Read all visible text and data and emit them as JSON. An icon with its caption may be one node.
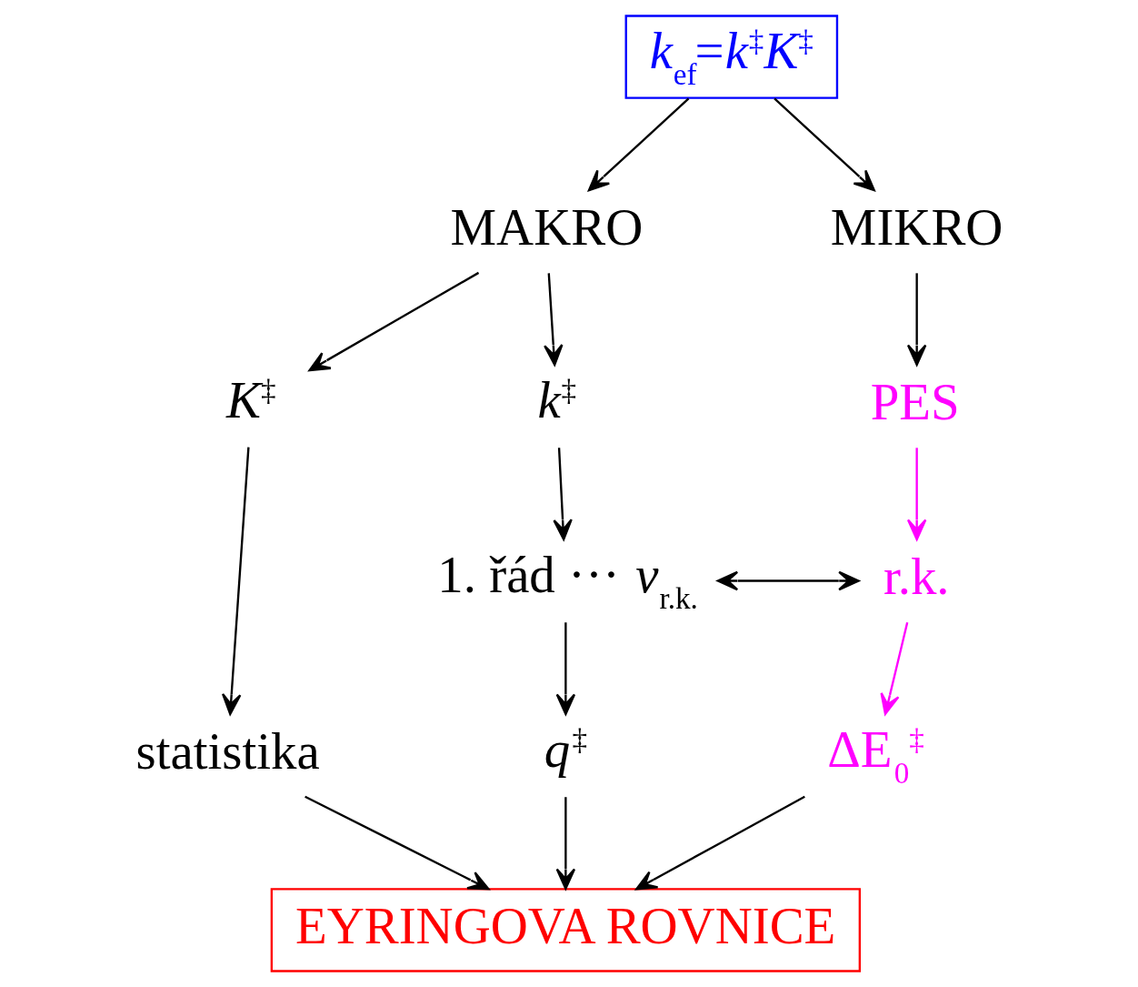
{
  "diagram": {
    "nodes": [
      {
        "text": [
          "*k*$_{ef}$=*k*$^{‡}$*K*$^{‡}$"
        ]
      },
      {
        "text": [
          "MAKRO"
        ]
      },
      {
        "text": [
          "MIKRO"
        ]
      },
      {
        "text": [
          "*K*$^{‡}$"
        ]
      },
      {
        "text": [
          "*k*$^{‡}$"
        ]
      },
      {
        "text": [
          "PES"
        ]
      },
      {
        "text": [
          "1. řád ··· *ν*$_{r.k.}$"
        ]
      },
      {
        "text": [
          "r.k."
        ]
      },
      {
        "text": [
          "statistika"
        ]
      },
      {
        "text": [
          "*q*$^{‡}$"
        ]
      },
      {
        "text": [
          "ΔE$_{0}$$^{‡}$"
        ]
      },
      {
        "text": [
          "EYRINGOVA ROVNICE"
        ]
      }
    ],
    "edges": [
      {
        "from": 0,
        "to": 1,
        "arrow": "to"
      },
      {
        "from": 0,
        "to": 2,
        "arrow": "to"
      },
      {
        "from": 1,
        "to": 3,
        "arrow": "to"
      },
      {
        "from": 1,
        "to": 4,
        "arrow": "to"
      },
      {
        "from": 2,
        "to": 5,
        "arrow": "to"
      },
      {
        "from": 4,
        "to": 6,
        "arrow": "to"
      },
      {
        "from": 5,
        "to": 7,
        "arrow": "to",
        "color": "#ff00ff"
      },
      {
        "from": 3,
        "to": 8,
        "arrow": "to"
      },
      {
        "from": 6,
        "to": 7,
        "arrow": "both"
      },
      {
        "from": 6,
        "to": 9,
        "arrow": "to"
      },
      {
        "from": 7,
        "to": 10,
        "arrow": "to",
        "color": "#ff00ff"
      },
      {
        "from": 8,
        "to": 11,
        "arrow": "to"
      },
      {
        "from": 9,
        "to": 11,
        "arrow": "to"
      },
      {
        "from": 10,
        "to": 11,
        "arrow": "to"
      }
    ]
  }
}
